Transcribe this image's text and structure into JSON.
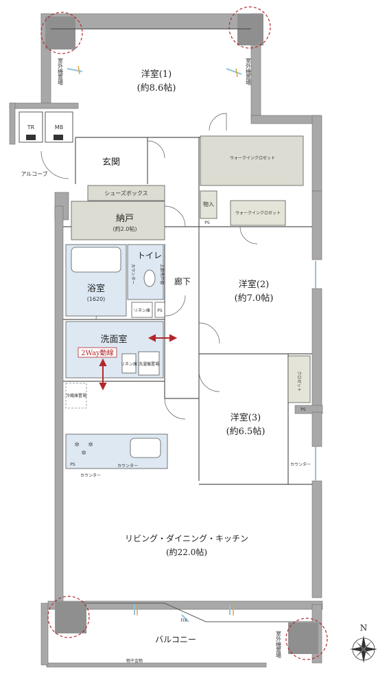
{
  "rooms": {
    "western1_name": "洋室(1)",
    "western1_size": "(約8.6帖)",
    "western2_name": "洋室(2)",
    "western2_size": "(約7.0帖)",
    "western3_name": "洋室(3)",
    "western3_size": "(約6.5帖)",
    "ldk_name": "リビング・ダイニング・キッチン",
    "ldk_size": "(約22.0帖)",
    "entrance": "玄関",
    "shoe_box": "シューズボックス",
    "storage_name": "納戸",
    "storage_size": "(約2.0帖)",
    "toilet": "トイレ",
    "toilet_upper_cabinet": "上部吊戸棚",
    "counter_toilet": "カウンター",
    "bath_name": "浴室",
    "bath_size": "(1620)",
    "corridor": "廊下",
    "linen_cabinet": "リネン庫",
    "ps": "PS",
    "washroom": "洗面室",
    "two_way": "2Way動線",
    "linen_small": "リネン庫",
    "washer_area": "洗濯機置場",
    "fridge_area": "冷蔵庫置場",
    "kitchen_counter": "カウンター",
    "counter_left": "カウンター",
    "counter_right": "カウンター",
    "wic_large": "ウォークインクロゼット",
    "wic_small": "ウォークインクロゼット",
    "storage_small": "物入",
    "closet": "クロゼット",
    "alcove": "アルコーブ",
    "tr": "TR",
    "mb": "MB",
    "balcony": "バルコニー",
    "hanger": "物干金物",
    "fix": "FIX",
    "outdoor_unit": "室外機置場",
    "compass_n": "N"
  },
  "colors": {
    "wall": "#a8a8a8",
    "wall_dark": "#8f8f8f",
    "wet_area": "#dde8f2",
    "furniture": "#dcdcd2",
    "closet_fill": "#e4e4d8",
    "red": "#b3262b",
    "window": "#8ec5dc",
    "window_accent": "#e0a43a"
  }
}
